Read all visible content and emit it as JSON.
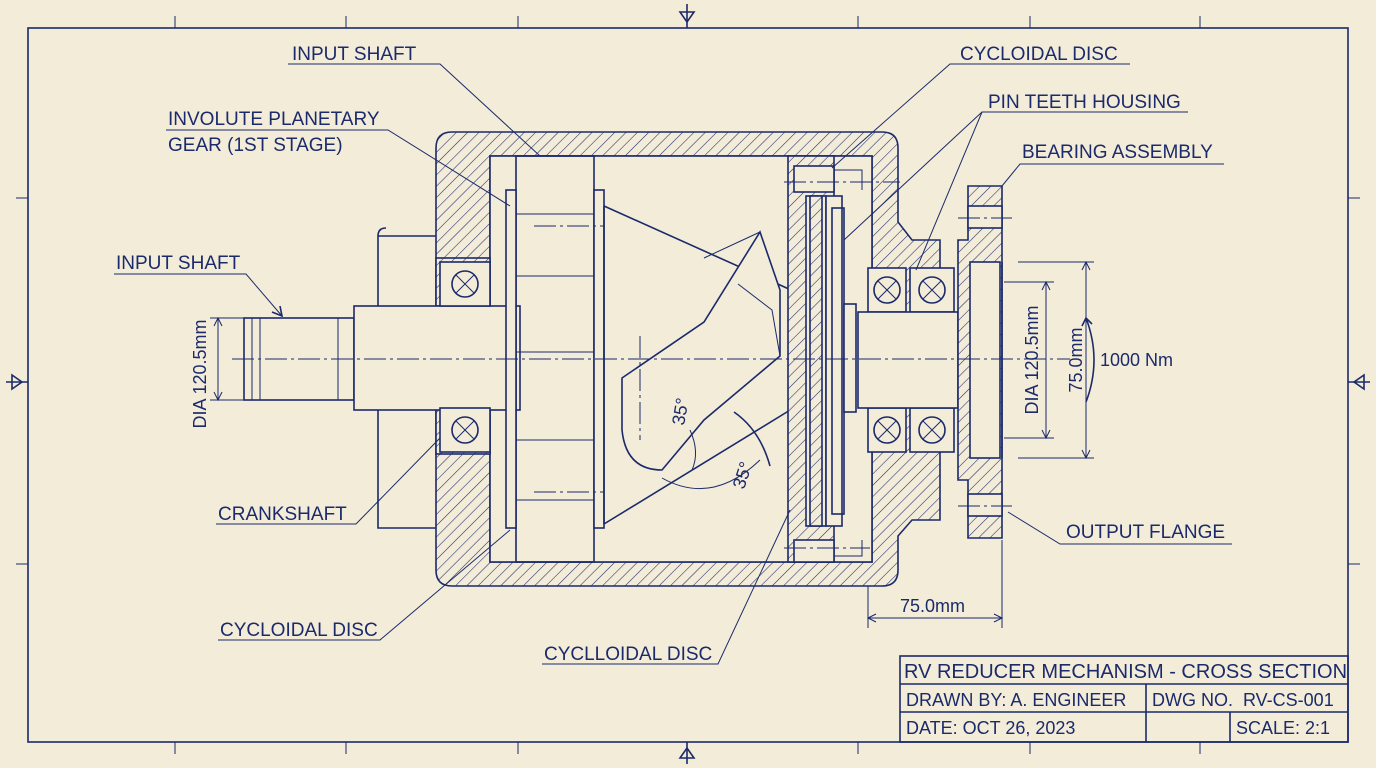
{
  "labels": {
    "input_shaft_top": "INPUT SHAFT",
    "planetary_gear_line1": "INVOLUTE PLANETARY",
    "planetary_gear_line2": "GEAR (1ST STAGE)",
    "input_shaft_left": "INPUT SHAFT",
    "crankshaft": "CRANKSHAFT",
    "cycloidal_disc_left": "CYCLOIDAL DISC",
    "cyclloidal_disc_bottom": "CYCLLOIDAL DISC",
    "cycloidal_disc_top": "CYCLOIDAL DISC",
    "pin_teeth_housing": "PIN TEETH HOUSING",
    "bearing_assembly": "BEARING ASSEMBLY",
    "output_flange": "OUTPUT FLANGE"
  },
  "dimensions": {
    "dia_left": "DIA 120.5mm",
    "dia_right": "DIA 120.5mm",
    "height_right": "75.0mm",
    "torque": "1000 Nm",
    "length_bottom": "75.0mm",
    "angle_inner": "35°",
    "angle_outer": "35°"
  },
  "title_block": {
    "title": "RV REDUCER MECHANISM - CROSS SECTION",
    "drawn_by": "DRAWN BY: A. ENGINEER",
    "dwg_no": "DWG NO.  RV-CS-001",
    "date": "DATE: OCT 26, 2023",
    "scale": "SCALE: 2:1"
  },
  "colors": {
    "ink": "#1b2a6b",
    "paper": "#f3ecd9"
  }
}
